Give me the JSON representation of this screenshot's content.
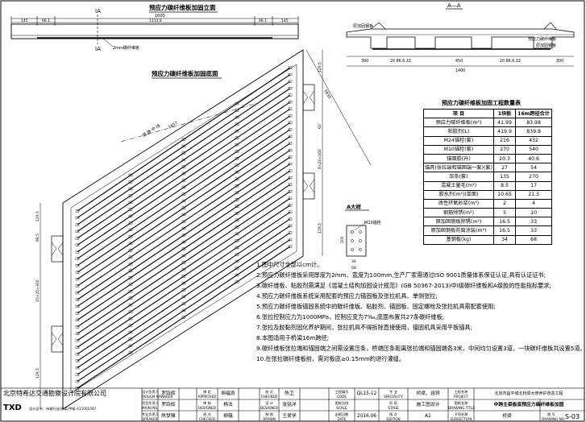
{
  "elevation": {
    "title": "预应力碳纤维板加固立面",
    "section_mark_left": "IA",
    "section_mark_left_bottom": "IA",
    "dims_top": [
      "145",
      "96.1",
      "1113.8",
      "96.1",
      "145"
    ],
    "dim_total": "1600",
    "plate_note": "2mm碳纤维板"
  },
  "section": {
    "title": "A—A",
    "label_left": "原加固钢板",
    "label_right1": "预应力碳纤维板",
    "label_right2": "原加固钢板",
    "dims": [
      "300",
      "20 86.6 22",
      "450",
      "20 86.6 22",
      "300"
    ],
    "dim_total": "1400"
  },
  "plan": {
    "title": "预应力碳纤维板加固底面",
    "road_label": "道 路 中 线",
    "angle_label": "1657",
    "dim_right": "1630",
    "left_dims": [
      "129.5",
      "88.5",
      "15×20=300",
      "129.5"
    ],
    "bottom_dims": [
      "129.5",
      "60",
      "8×20=160",
      "129.5"
    ]
  },
  "detail": {
    "title": "A大样",
    "label": "M10锚栓",
    "dims_h": [
      "34",
      "68"
    ],
    "dim_v": "200"
  },
  "qty_table": {
    "title": "预应力碳纤维板加固工程数量表",
    "headers": [
      "项  目",
      "1块板",
      "16m跨径合计"
    ],
    "rows": [
      [
        "预应力碳纤维板(m²)",
        "41.99",
        "83.98"
      ],
      [
        "粘胶剂(L)",
        "419.9",
        "839.8"
      ],
      [
        "M24锚栓(套)",
        "216",
        "432"
      ],
      [
        "M10锚栓(套)",
        "270",
        "540"
      ],
      [
        "锚固胶(升)",
        "20.3",
        "40.6"
      ],
      [
        "锚具(张拉端和锚固端一套)(套)",
        "27",
        "54"
      ],
      [
        "压条(套)",
        "135",
        "270"
      ],
      [
        "混凝土量毛(m²)",
        "8.5",
        "17"
      ],
      [
        "胶水剂(m²)(单面)",
        "10.65",
        "21.3"
      ],
      [
        "改性环氧砂浆(m³)",
        "2",
        "4"
      ],
      [
        "钢筋除锈(m²)",
        "5",
        "10"
      ],
      [
        "原加固钢板除锈(m²)",
        "16.5",
        "33"
      ],
      [
        "原加固钢板防腐涂装(m²)",
        "16.5",
        "33"
      ],
      [
        "基钢板(kg)",
        "34",
        "68"
      ]
    ]
  },
  "notes": {
    "lines": [
      "1.图中尺寸全部以cm计。",
      "2.预应力碳纤维板采用厚度为2mm、宽度为100mm,生产厂家需通过ISO 9001质量体系保证认证,具有认证证书;",
      "3.碳纤维板、粘胶剂需满足《混凝土结构加固设计规范》(GB 50367-2013)中I级碳纤维板和A级胶的性能指标要求;",
      "4.预应力碳纤维板系统采用配套的预应力锚固板及张拉机具、单侧张拉;",
      "5.预应力碳纤维板锚固系统中的碳纤维板、粘胶剂、锚固板、固定螺栓及张拉机具需配套使用;",
      "6.张拉控制应力为1000MPa，控制应变为7‰,底面布置共27条碳纤维板;",
      "7.张拉及胶黏剂固化养护期间，张拉机具不得拆除直接使用，锚固机具采用平板锚具;",
      "8.本图适用于桥梁16m跨径;",
      "9.碳纤维板张拉端和锚固端之间需设置压条，桥端压条距离张拉端和锚固端各3米，中间均匀设置3道，一块碳纤维板共设置5道。",
      "10.在张拉碳纤维板前，需对板底≥0.15mm的进行灌缝。"
    ]
  },
  "titleblock": {
    "company": "北京特希达交通勘察设计院有限公司",
    "logo": "TXD",
    "cert": "设计证书：市政行业(桥梁)甲级 A11001047",
    "cells": {
      "designer_cn": "设计负责人",
      "designer_en": "DESIGN MANAGER",
      "checker_cn": "审 核",
      "checker_en": "CHECKED",
      "review_cn": "审 定",
      "review_en": "APPROVED",
      "check_cn": "校 对",
      "check_en": "CHECKED",
      "design_cn": "设 计",
      "design_en": "DESIGNED",
      "draw_cn": "制 图",
      "draw_en": "DRAWN",
      "prof_lead_cn": "专业负责人",
      "prof_lead_en": "SPEAKER",
      "project_lead_cn": "项目负责人",
      "project_lead_en": "MAIN INS.",
      "design_lead_cn": "设计负责人",
      "design_lead_en": "DESIGN MANAGER",
      "code_cn": "工程编号",
      "code_en": "CODE",
      "scale_cn": "图纸比例",
      "scale_en": "SCALE",
      "date_cn": "出图日期",
      "date_en": "DATE",
      "code_val": "QL15-12",
      "scale_val": "",
      "date_val": "2016.06",
      "speciality_cn": "专 业",
      "speciality_en": "SPECIALITY",
      "speciality_val": "桥梁、涵洞",
      "stage_cn": "阶 段",
      "stage_en": "STAGE",
      "stage_val": "施工图设计",
      "edition_cn": "版 次",
      "edition_en": "EDITION",
      "edition_val": "A1",
      "project_cn": "工程名称",
      "project_en": "PROJECT",
      "project_val": "北京市昌平城北桥梁大修养护改造工程",
      "drawing_cn": "图纸名称",
      "drawing_en": "DRAWING TITLE",
      "drawing_val": "中跨主梁板底预应力碳纤维板加固",
      "sub_cn": "子项名称",
      "sub_en": "SUBSECTION",
      "sub_val": "桥梁",
      "no_cn": "图 号",
      "no_en": "DRAWING NO.",
      "no_val": "S-03",
      "names": [
        "罗跃辉",
        "胡福良",
        "陈卫",
        "罗跃辉",
        "杨法",
        "张铭洋",
        "陈梦雅",
        "柳蕴",
        "王爱学"
      ]
    }
  }
}
